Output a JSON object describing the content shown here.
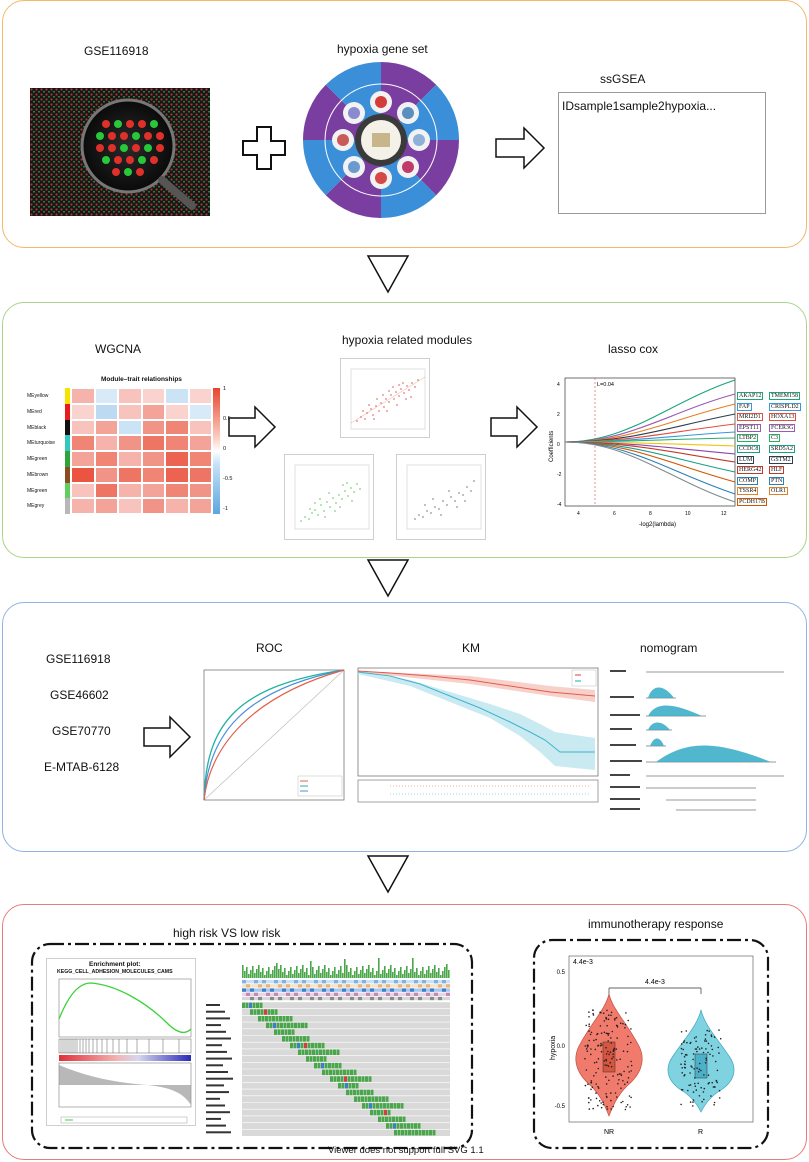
{
  "colors": {
    "panel1_border": "#f2b86b",
    "panel2_border": "#a8d68a",
    "panel3_border": "#8fb4e0",
    "panel4_border": "#e87b7b",
    "heat_red": "#e8442e",
    "heat_blue": "#5aa7e0"
  },
  "panel1": {
    "dataset_label": "GSE116918",
    "geneset_label": "hypoxia gene set",
    "ssgsea_label": "ssGSEA",
    "ssgsea_header": "IDsample1sample2hypoxia..."
  },
  "panel2": {
    "wgcna_label": "WGCNA",
    "modules_label": "hypoxia related modules",
    "lasso_label": "lasso cox",
    "heatmap": {
      "title": "Module–trait relationships",
      "rows": [
        "MEyellow",
        "MEred",
        "MEblack",
        "MEturquoise",
        "MEgreen",
        "MEbrown",
        "MEgreen",
        "MEgrey"
      ],
      "row_colors": [
        "#f4e400",
        "#e81c1c",
        "#111111",
        "#34c7c0",
        "#2ea43b",
        "#8a4d22",
        "#5fd060",
        "#b8b8b8"
      ],
      "scale": [
        "1",
        "0.5",
        "0",
        "-0.5",
        "-1"
      ]
    },
    "lasso": {
      "lambda_label": "L=0.04",
      "ylabel": "Coefficients",
      "xlabel": "-log2(lambda)",
      "xticks": [
        "4",
        "6",
        "8",
        "10",
        "12"
      ],
      "yticks": [
        "4",
        "2",
        "0",
        "-2",
        "-4"
      ],
      "genes": [
        "AKAP12",
        "TMEM158",
        "FAP",
        "CRISPLD2",
        "MRI2D1",
        "HOXA13",
        "EPST11",
        "FCER3G",
        "LTBP2",
        "C3",
        "CCDC8",
        "SRD5A2",
        "LUM",
        "GSTM2",
        "HERG42",
        "HLF",
        "COMP",
        "PTN",
        "TSSR4",
        "OLR1",
        "PCDH17B"
      ]
    }
  },
  "panel3": {
    "datasets": [
      "GSE116918",
      "GSE46602",
      "GSE70770",
      "E-MTAB-6128"
    ],
    "roc_label": "ROC",
    "km_label": "KM",
    "nomogram_label": "nomogram"
  },
  "panel4": {
    "risk_label": "high risk VS low risk",
    "immuno_label": "immunotherapy response",
    "enrichment_title": "Enrichment plot:",
    "enrichment_subtitle": "KEGG_CELL_ADHESION_MOLECULES_CAMS",
    "violin": {
      "ylabel": "hypoxia",
      "pvalue": "4.4e-3",
      "categories": [
        "NR",
        "R"
      ],
      "yticks": [
        "0.5",
        "0.0",
        "-0.5"
      ],
      "colors": [
        "#f07b6c",
        "#7fd2e0"
      ]
    },
    "footer": "Viewer does not support full SVG 1.1"
  }
}
